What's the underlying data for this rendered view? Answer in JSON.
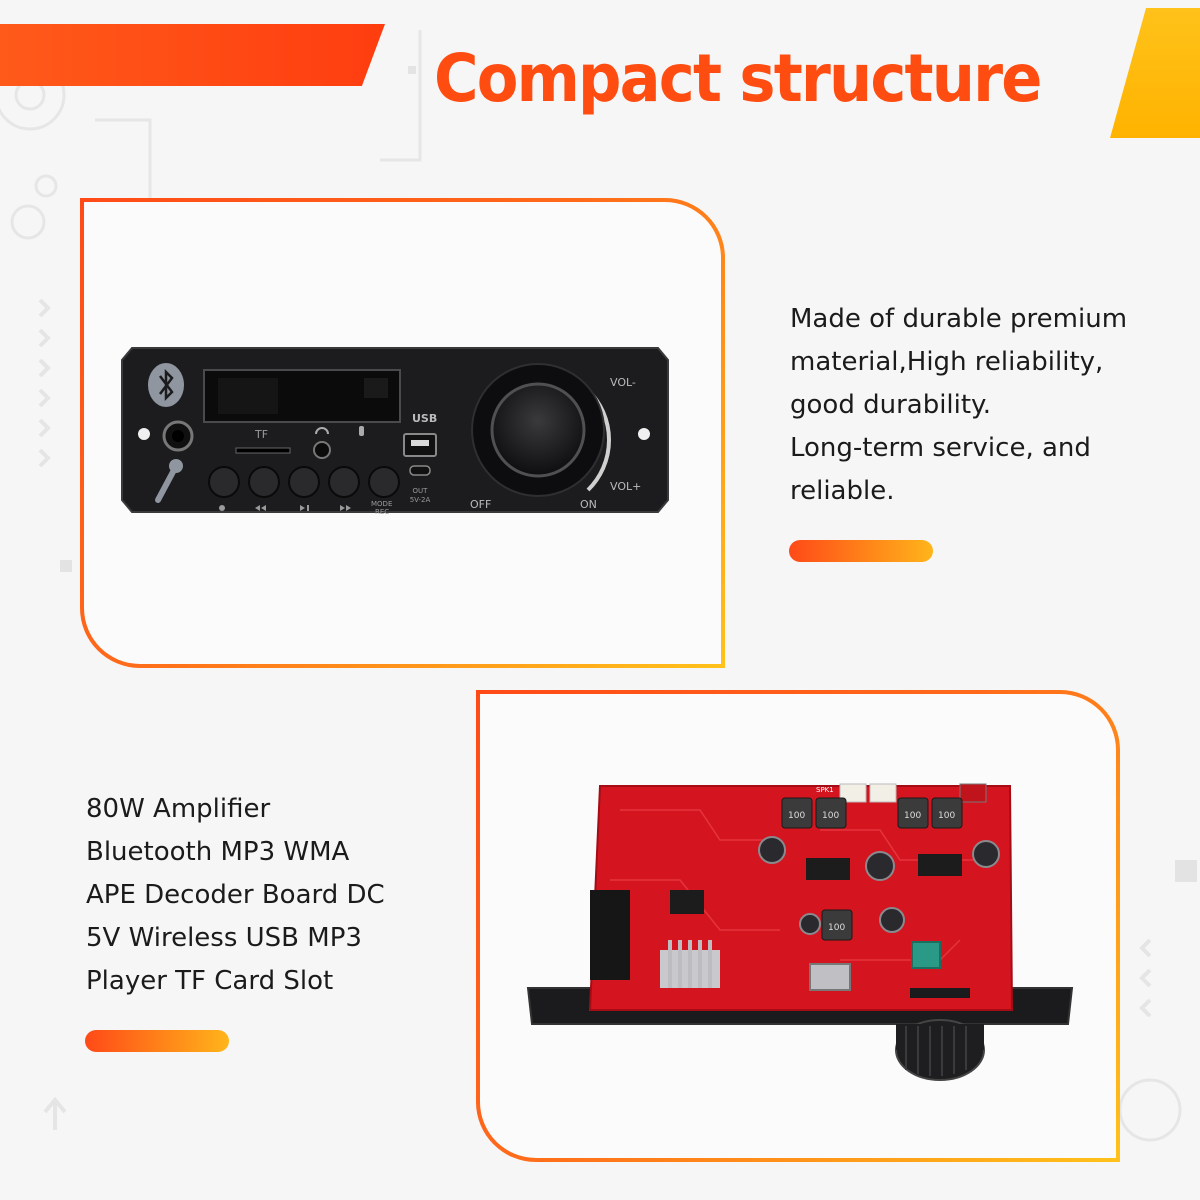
{
  "header": {
    "title": "Compact structure"
  },
  "section_1": {
    "description_lines": [
      "Made of durable premium",
      "material,High reliability,",
      "good durability.",
      "Long-term service, and",
      "reliable."
    ],
    "panel_labels": {
      "tf": "TF",
      "usb": "USB",
      "out": "OUT",
      "out_spec": "5V-2A",
      "mode": "MODE",
      "rec": "REC",
      "off": "OFF",
      "on": "ON",
      "vol_minus": "VOL-",
      "vol_plus": "VOL+"
    }
  },
  "section_2": {
    "description_lines": [
      "80W Amplifier",
      "Bluetooth MP3 WMA",
      "APE Decoder Board DC",
      "5V Wireless USB MP3",
      "Player TF Card Slot"
    ],
    "board_labels": {
      "inductor_1": "100",
      "inductor_2": "100",
      "inductor_3": "100",
      "inductor_4": "100",
      "inductor_5": "100",
      "spk": "SPK1"
    }
  },
  "colors": {
    "accent_orange": "#ff4d12",
    "accent_yellow": "#ffc21a",
    "board_red": "#d4141f",
    "panel_black": "#1c1c1e"
  }
}
